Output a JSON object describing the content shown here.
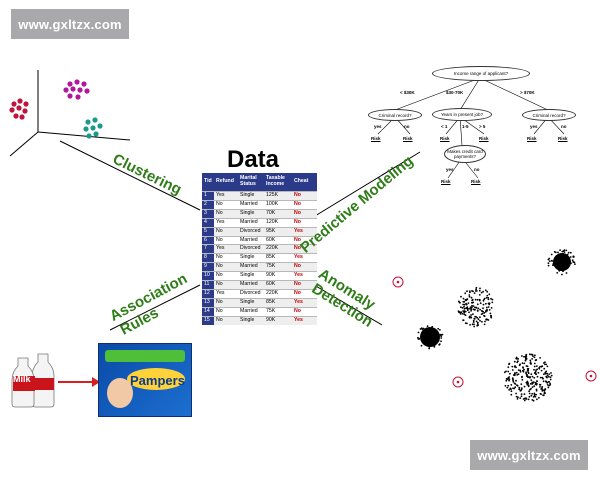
{
  "watermark": "www.gxltzx.com",
  "center": {
    "title": "Data",
    "columns": [
      "Tid",
      "Refund",
      "Marital Status",
      "Taxable Income",
      "Cheat"
    ],
    "rows": [
      [
        "1",
        "Yes",
        "Single",
        "125K",
        "No"
      ],
      [
        "2",
        "No",
        "Married",
        "100K",
        "No"
      ],
      [
        "3",
        "No",
        "Single",
        "70K",
        "No"
      ],
      [
        "4",
        "Yes",
        "Married",
        "120K",
        "No"
      ],
      [
        "5",
        "No",
        "Divorced",
        "95K",
        "Yes"
      ],
      [
        "6",
        "No",
        "Married",
        "60K",
        "No"
      ],
      [
        "7",
        "Yes",
        "Divorced",
        "220K",
        "No"
      ],
      [
        "8",
        "No",
        "Single",
        "85K",
        "Yes"
      ],
      [
        "9",
        "No",
        "Married",
        "75K",
        "No"
      ],
      [
        "10",
        "No",
        "Single",
        "90K",
        "Yes"
      ],
      [
        "11",
        "No",
        "Married",
        "60K",
        "No"
      ],
      [
        "12",
        "Yes",
        "Divorced",
        "220K",
        "No"
      ],
      [
        "13",
        "No",
        "Single",
        "85K",
        "Yes"
      ],
      [
        "14",
        "No",
        "Married",
        "75K",
        "No"
      ],
      [
        "15",
        "No",
        "Single",
        "90K",
        "Yes"
      ]
    ]
  },
  "labels": {
    "clustering": "Clustering",
    "predictive": "Predictive Modeling",
    "association_1": "Association",
    "association_2": "Rules",
    "anomaly_1": "Anomaly",
    "anomaly_2": "Detection"
  },
  "tree": {
    "root": "Income range of applicant?",
    "branches": [
      "< $30K",
      "$30-70K",
      "> $70K"
    ],
    "left": "Criminal record?",
    "mid": "Years in present job?",
    "right": "Criminal record?",
    "mid2": "Makes credit card payments?",
    "yes": "yes",
    "no": "no",
    "lt1": "< 1",
    "r15": "1-5",
    "gt5": "> 5",
    "leaf": "Risk",
    "leaf2": "Risk"
  },
  "association": {
    "milk": "Milk",
    "product": "Pampers"
  },
  "colors": {
    "green_label": "#2f7d18",
    "table_header": "#2c3a8a",
    "cheat_value": "#c00000",
    "cluster_red": "#c0143c",
    "cluster_magenta": "#b0189a",
    "cluster_teal": "#1a9a8c",
    "anomaly_ring": "#c0143c"
  }
}
